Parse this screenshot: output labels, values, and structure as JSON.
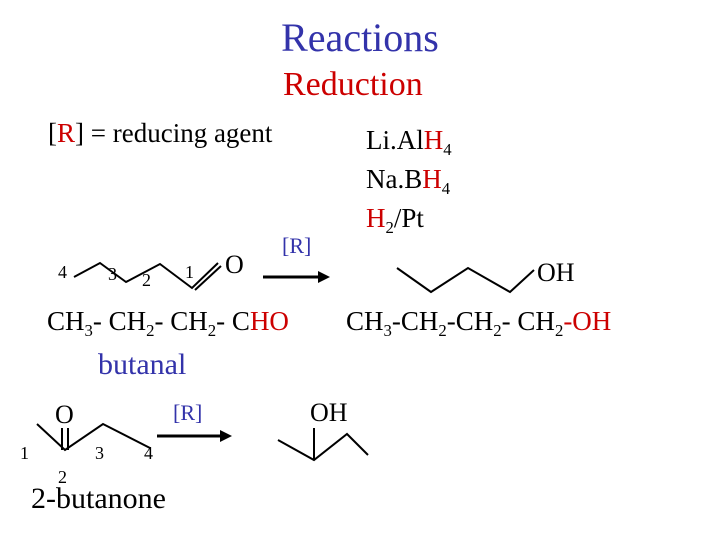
{
  "slide": {
    "title": "Reactions",
    "subtitle": "Reduction",
    "definition": {
      "open": "[",
      "symbol": "R",
      "rest": "] = reducing agent"
    },
    "agents": [
      {
        "a": "Li.Al",
        "b": "H",
        "sub": "4",
        "c": ""
      },
      {
        "a": "Na.B",
        "b": "H",
        "sub": "4",
        "c": ""
      },
      {
        "a": "",
        "b": "H",
        "sub": "2",
        "c": "/Pt"
      }
    ]
  },
  "reaction1": {
    "arrow_label": "[R]",
    "carbon_numbers": [
      "4",
      "3",
      "2",
      "1"
    ],
    "aldehyde_oxygen": "O",
    "product_group": "OH",
    "reactant_formula": {
      "ch3": "CH",
      "ch3_sub": "3",
      "ch2a": "CH",
      "ch2a_sub": "2",
      "ch2b": "CH",
      "ch2b_sub": "2",
      "cho_c": "C",
      "cho_rest": "HO",
      "sep": "-"
    },
    "reactant_name": "butanal",
    "product_formula": {
      "ch3": "CH",
      "ch3_sub": "3",
      "ch2a": "CH",
      "ch2a_sub": "2",
      "ch2b": "CH",
      "ch2b_sub": "2",
      "ch2c": "CH",
      "ch2c_sub": "2",
      "oh": "-OH",
      "sep": "-"
    }
  },
  "reaction2": {
    "arrow_label": "[R]",
    "ketone_oxygen": "O",
    "carbon_numbers": [
      "1",
      "3",
      "4",
      "2"
    ],
    "product_group": "OH",
    "reactant_name": "2-butanone"
  },
  "colors": {
    "title": "#3333aa",
    "accent": "#cc0000",
    "text": "#000000"
  }
}
